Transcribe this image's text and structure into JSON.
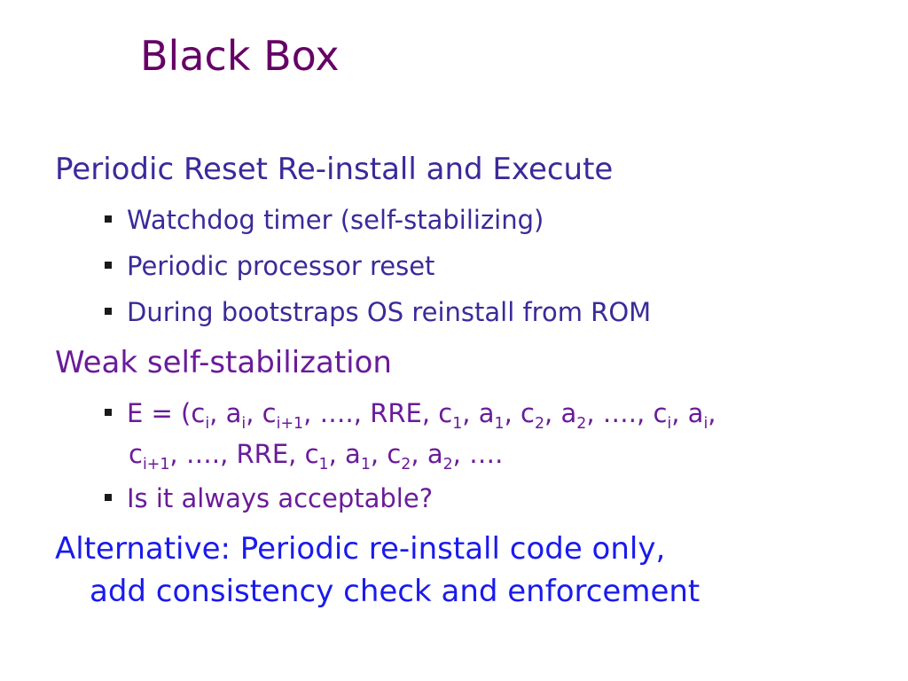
{
  "slide": {
    "title": "Black Box",
    "section1": {
      "heading": "Periodic Reset Re-install and Execute",
      "bullets": [
        "Watchdog timer (self-stabilizing)",
        "Periodic processor reset",
        "During bootstraps OS reinstall from ROM"
      ]
    },
    "section2": {
      "heading": "Weak self-stabilization",
      "execution": {
        "lead": "E = (c",
        "line2_start": "c",
        "parts": {
          "sub_i": "i",
          "sub_i1": "i+1",
          "sub_1": "1",
          "sub_2": "2",
          "comma": ", ",
          "a": "a",
          "c": "c",
          "dots": "….",
          "rre": "RRE"
        }
      },
      "question": "Is it always acceptable?"
    },
    "section3": {
      "line1": "Alternative: Periodic re-install code only,",
      "line2": "add consistency check and enforcement"
    },
    "colors": {
      "title": "#660066",
      "section1": "#3a2a9a",
      "section2": "#6a1b9a",
      "section3": "#1a1aee",
      "bullet": "#1a1a1a"
    }
  }
}
